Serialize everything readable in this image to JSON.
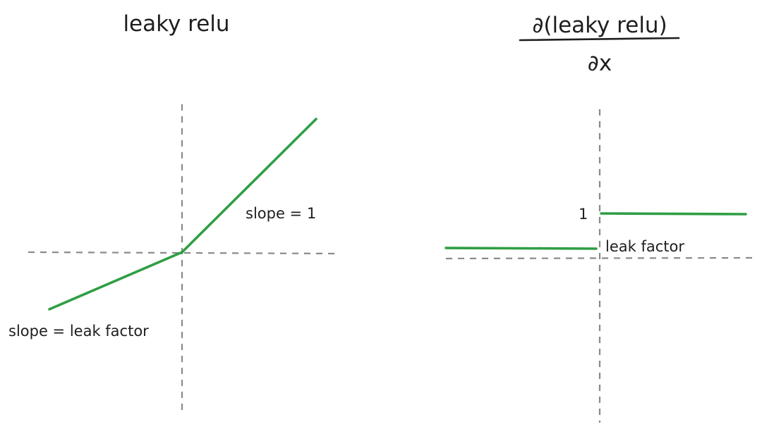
{
  "left_panel": {
    "title": "leaky relu",
    "slope_positive_label": "slope = 1",
    "slope_negative_label": "slope = leak factor"
  },
  "right_panel": {
    "title_numerator": "∂(leaky relu)",
    "title_denominator": "∂x",
    "value_one_label": "1",
    "leak_factor_label": "leak factor"
  },
  "colors": {
    "curve": "#2f9e44",
    "axis": "#8a8a8a",
    "text": "#1e1e1e"
  }
}
